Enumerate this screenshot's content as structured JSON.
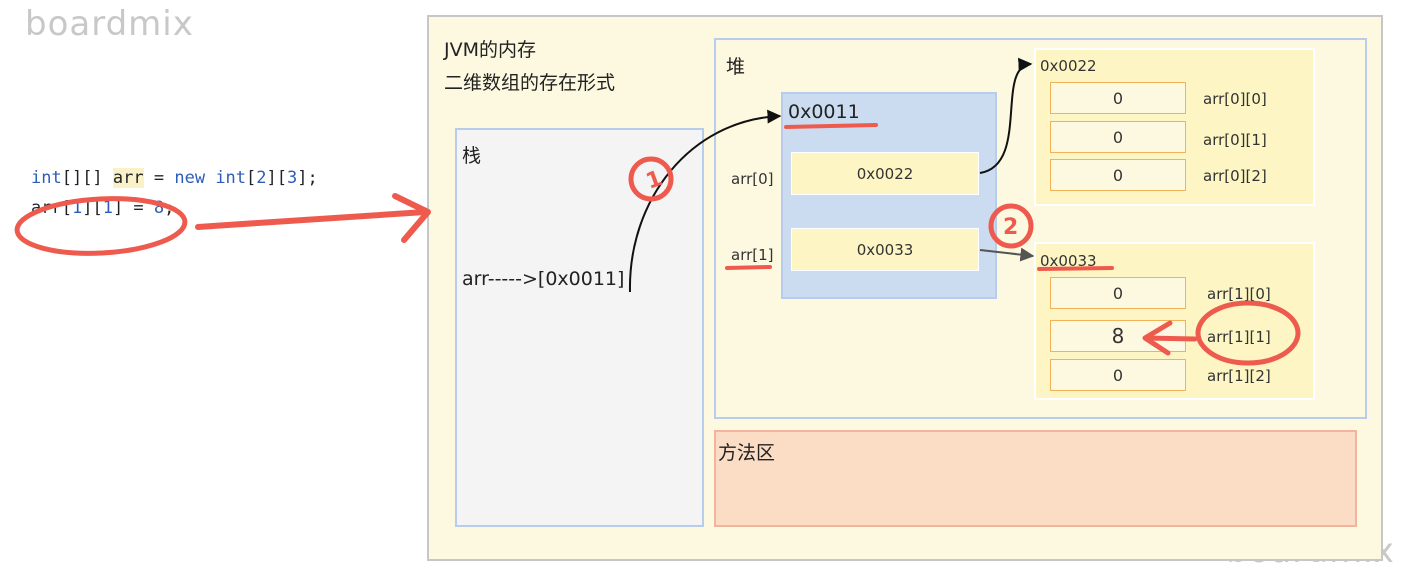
{
  "watermark": "boardmix",
  "code": {
    "line1": {
      "t1": "int",
      "t2": "[][] ",
      "t3": "arr",
      "t4": " = ",
      "t5": "new",
      "t6": " ",
      "t7": "int",
      "t8": "[",
      "t9": "2",
      "t10": "][",
      "t11": "3",
      "t12": "];"
    },
    "line2": {
      "t1": "arr[",
      "t2": "1",
      "t3": "][",
      "t4": "1",
      "t5": "] = ",
      "t6": "8",
      "t7": ";"
    }
  },
  "jvm": {
    "title": "JVM的内存",
    "subtitle": "二维数组的存在形式"
  },
  "stack": {
    "title": "栈",
    "entry": "arr----->[0x0011]"
  },
  "heap": {
    "title": "堆",
    "outer": {
      "address": "0x0011",
      "labels": [
        "arr[0]",
        "arr[1]"
      ],
      "refs": [
        "0x0022",
        "0x0033"
      ]
    },
    "arrays": [
      {
        "address": "0x0022",
        "values": [
          "0",
          "0",
          "0"
        ],
        "labels": [
          "arr[0][0]",
          "arr[0][1]",
          "arr[0][2]"
        ]
      },
      {
        "address": "0x0033",
        "values": [
          "0",
          "8",
          "0"
        ],
        "labels": [
          "arr[1][0]",
          "arr[1][1]",
          "arr[1][2]"
        ]
      }
    ]
  },
  "method_area": {
    "title": "方法区"
  },
  "annotations": {
    "step1": "1",
    "step2": "2"
  },
  "colors": {
    "annotation": "#ee5b4e",
    "arrow": "#111111",
    "highlight_fill": "#fdf6c4",
    "outer_fill": "#cbdcf1",
    "method_fill": "#fbdcc5"
  }
}
